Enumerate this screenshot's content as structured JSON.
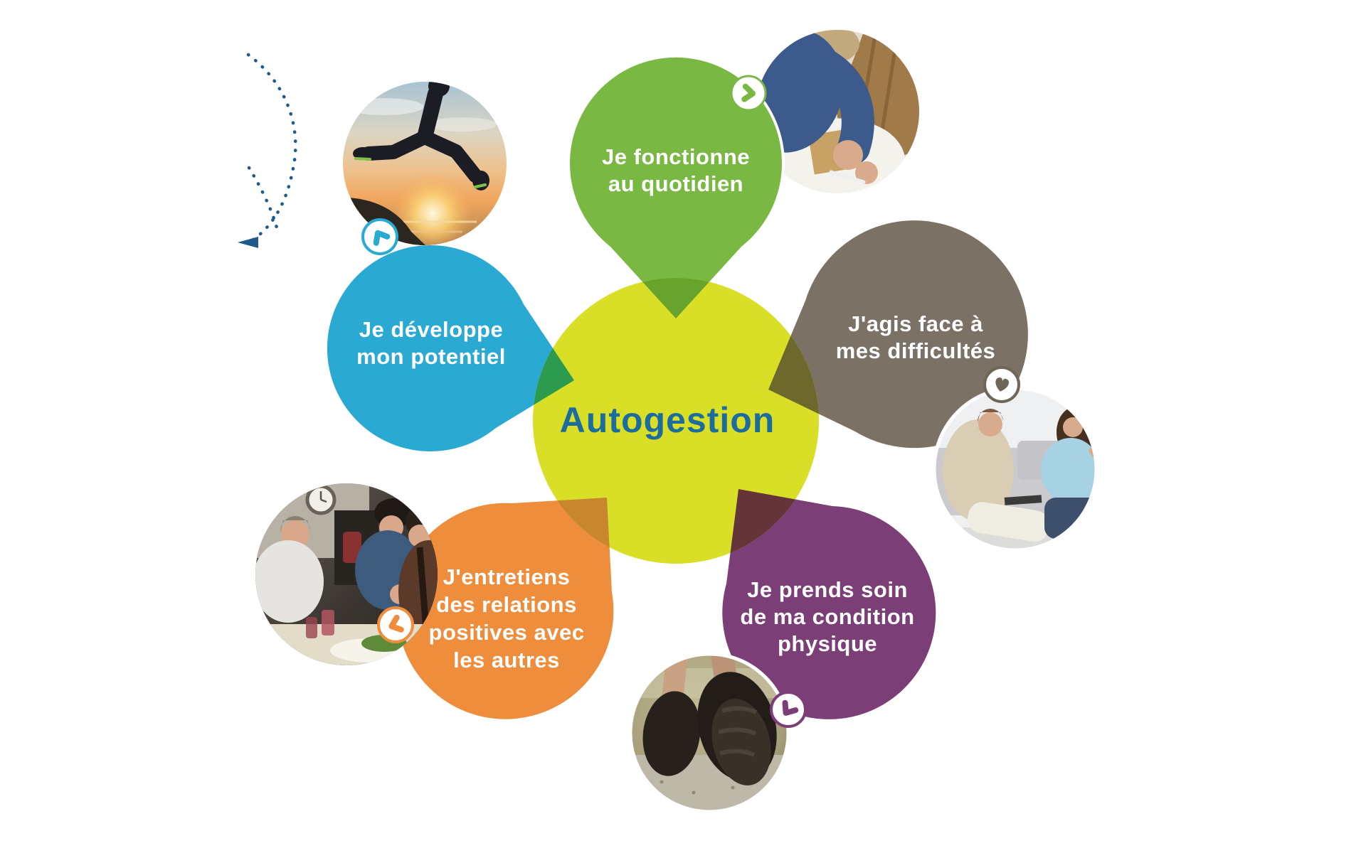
{
  "diagram": {
    "title": "Autogestion",
    "center": {
      "label": "Autogestion",
      "fill": "#d9df26",
      "text_color": "#1c6d9e"
    },
    "petals": [
      {
        "key": "quotidien",
        "lines": [
          "Je fonctionne",
          "au quotidien"
        ],
        "fill": "#79b943",
        "overlap_fill": "#67a32d",
        "icon": "chevron-right-icon"
      },
      {
        "key": "difficultes",
        "lines": [
          "J'agis face à",
          "mes difficultés"
        ],
        "fill": "#7b7164",
        "overlap_fill": "#6e682c",
        "icon": "heart-icon"
      },
      {
        "key": "condition",
        "lines": [
          "Je prends soin",
          "de ma condition",
          "physique"
        ],
        "fill": "#7c3e76",
        "overlap_fill": "#653439",
        "icon": "chevron-down-left-icon"
      },
      {
        "key": "relations",
        "lines": [
          "J'entretiens",
          "des relations",
          "positives avec",
          "les autres"
        ],
        "fill": "#ee8d3b",
        "overlap_fill": "#c8862f",
        "icon": "chevron-left-icon"
      },
      {
        "key": "potentiel",
        "lines": [
          "Je développe",
          "mon potentiel"
        ],
        "fill": "#2aa9d2",
        "overlap_fill": "#2d9b4d",
        "icon": "chevron-up-left-icon"
      }
    ],
    "arrow_color": "#1e5a8c",
    "photos": [
      {
        "key": "study",
        "alt": "person in blue sweater writing at a desk"
      },
      {
        "key": "jumping",
        "alt": "person jumping in front of a sunset over the sea"
      },
      {
        "key": "talking",
        "alt": "two women talking on a sofa"
      },
      {
        "key": "walking",
        "alt": "walking shoes on a gravel path"
      },
      {
        "key": "dinner",
        "alt": "friends sharing a meal at a table"
      }
    ]
  }
}
